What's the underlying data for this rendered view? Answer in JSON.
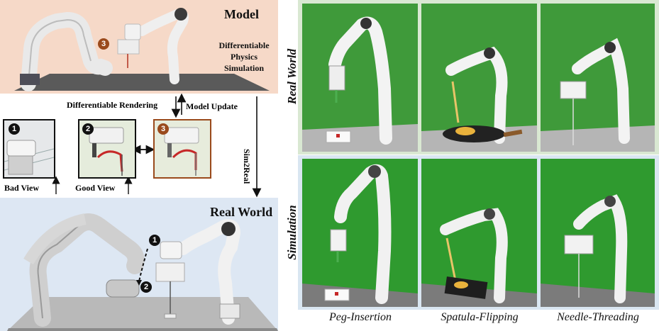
{
  "model_panel": {
    "title": "Model",
    "subtitle_line1": "Differentiable",
    "subtitle_line2": "Physics",
    "subtitle_line3": "Simulation",
    "badge": "3"
  },
  "middle": {
    "differentiable_rendering": "Differentiable Rendering",
    "model_update": "Model Update",
    "sim2real": "Sim2Real",
    "bad_view": "Bad View",
    "good_view": "Good View",
    "badge_1": "1",
    "badge_2": "2",
    "badge_3": "3"
  },
  "real_panel": {
    "title": "Real World",
    "badge_1": "1",
    "badge_2": "2"
  },
  "grid": {
    "row_real": "Real World",
    "row_sim": "Simulation",
    "tasks": [
      "Peg-Insertion",
      "Spatula-Flipping",
      "Needle-Threading"
    ]
  },
  "colors": {
    "model_bg": "#f6d9c8",
    "real_bg": "#dde7f3",
    "green_screen": "#3f9a3a",
    "badge_brown": "#9a4a1c"
  }
}
